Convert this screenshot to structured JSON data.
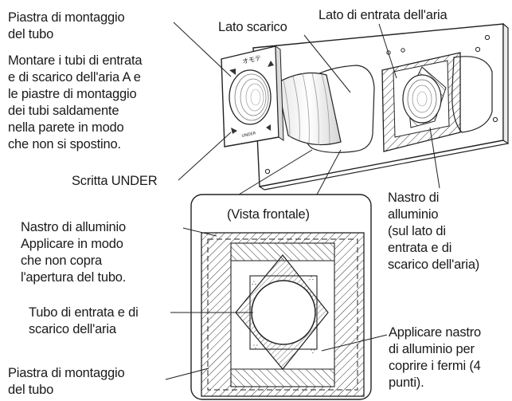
{
  "labels": {
    "plate_title": "Piastra di montaggio\ndel tubo",
    "exhaust_side": "Lato scarico",
    "intake_side": "Lato di entrata dell'aria",
    "mount_instructions": "Montare i tubi di entrata\ne di scarico dell'aria A e\nle piastre di montaggio\ndei tubi saldamente\nnella parete in modo\nche non si spostino.",
    "under_text": "Scritta UNDER",
    "front_view": "(Vista frontale)",
    "aluminum_tape_side": "Nastro di\nalluminio\n(sul lato di\nentrata e di\nscarico dell'aria)",
    "aluminum_tape_apply": "Nastro di alluminio\nApplicare in modo\nche non copra\nl'apertura del tubo.",
    "pipe_label": "Tubo di entrata e di\nscarico dell'aria",
    "apply_tape_fasteners": "Applicare nastro\ndi alluminio per\ncoprire i fermi (4\npunti).",
    "plate_bottom": "Piastra di montaggio\ndel tubo",
    "plate_stamp": "オモテ",
    "plate_stamp_small": "UNDER"
  }
}
